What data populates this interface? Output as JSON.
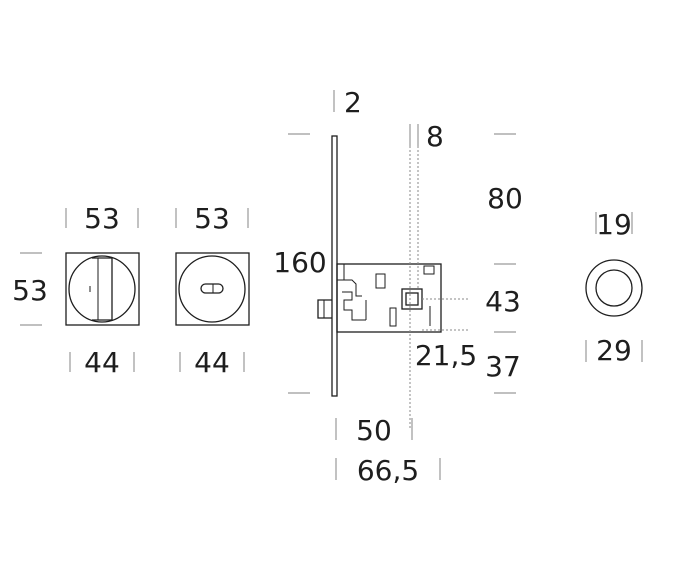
{
  "colors": {
    "ink": "#1e1e1e",
    "leader": "#9a9a9a",
    "background": "#ffffff"
  },
  "dimensions": {
    "rosette_wc": {
      "top": "53",
      "side": "53",
      "bottom": "44"
    },
    "rosette_plain": {
      "top": "53",
      "bottom": "44"
    },
    "lock": {
      "plate_thickness": "2",
      "backset_offset": "8",
      "height": "160",
      "case_height": "80",
      "spindle_center": "43",
      "spindle_offset": "21,5",
      "lower": "37",
      "backset": "50",
      "total_depth": "66,5"
    },
    "ring": {
      "inner": "19",
      "outer": "29"
    }
  }
}
